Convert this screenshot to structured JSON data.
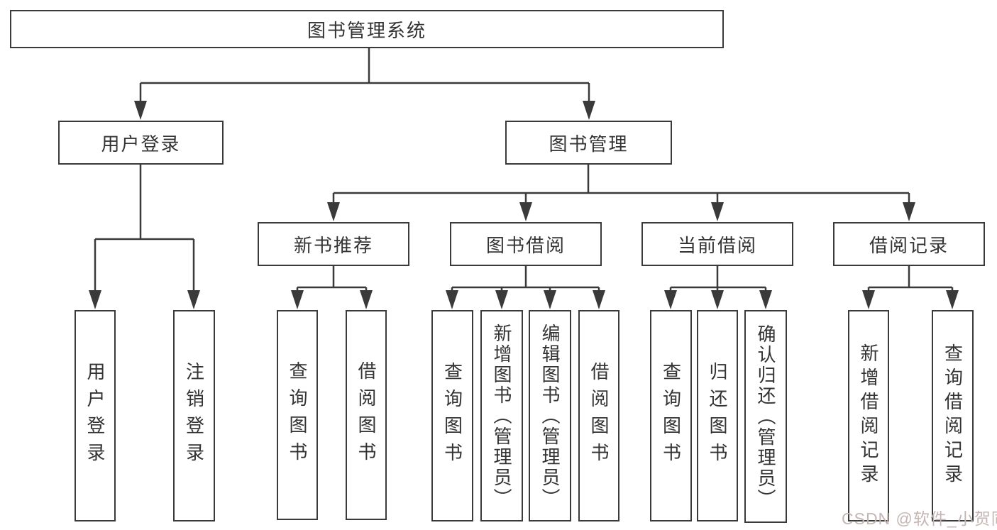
{
  "title": "图书管理系统",
  "colors": {
    "bg": "#ffffff",
    "border": "#3a3a3a",
    "line": "#3a3a3a",
    "text": "#333333",
    "watermark": "#c4b6b3"
  },
  "watermark": {
    "text": "CSDN @软件_小贺同学"
  },
  "nodes": [
    {
      "id": "root",
      "label": "图书管理系统",
      "parent": null
    },
    {
      "id": "user-login",
      "label": "用户登录",
      "parent": "root"
    },
    {
      "id": "book-mgmt",
      "label": "图书管理",
      "parent": "root"
    },
    {
      "id": "leaf-user-login",
      "label": "用户登录",
      "parent": "user-login"
    },
    {
      "id": "leaf-logout",
      "label": "注销登录",
      "parent": "user-login"
    },
    {
      "id": "new-book-rec",
      "label": "新书推荐",
      "parent": "book-mgmt"
    },
    {
      "id": "book-borrow",
      "label": "图书借阅",
      "parent": "book-mgmt"
    },
    {
      "id": "current-borrow",
      "label": "当前借阅",
      "parent": "book-mgmt"
    },
    {
      "id": "borrow-record",
      "label": "借阅记录",
      "parent": "book-mgmt"
    },
    {
      "id": "nbr-query-book",
      "label": "查询图书",
      "parent": "new-book-rec"
    },
    {
      "id": "nbr-borrow-book",
      "label": "借阅图书",
      "parent": "new-book-rec"
    },
    {
      "id": "bb-query-book",
      "label": "查询图书",
      "parent": "book-borrow"
    },
    {
      "id": "bb-add-book",
      "label": "新增图书（管理员）",
      "parent": "book-borrow"
    },
    {
      "id": "bb-edit-book",
      "label": "编辑图书（管理员）",
      "parent": "book-borrow"
    },
    {
      "id": "bb-borrow-book",
      "label": "借阅图书",
      "parent": "book-borrow"
    },
    {
      "id": "cb-query-book",
      "label": "查询图书",
      "parent": "current-borrow"
    },
    {
      "id": "cb-return-book",
      "label": "归还图书",
      "parent": "current-borrow"
    },
    {
      "id": "cb-confirm-return",
      "label": "确认归还（管理员）",
      "parent": "current-borrow"
    },
    {
      "id": "br-add-record",
      "label": "新增借阅记录",
      "parent": "borrow-record"
    },
    {
      "id": "br-query-record",
      "label": "查询借阅记录",
      "parent": "borrow-record"
    }
  ]
}
